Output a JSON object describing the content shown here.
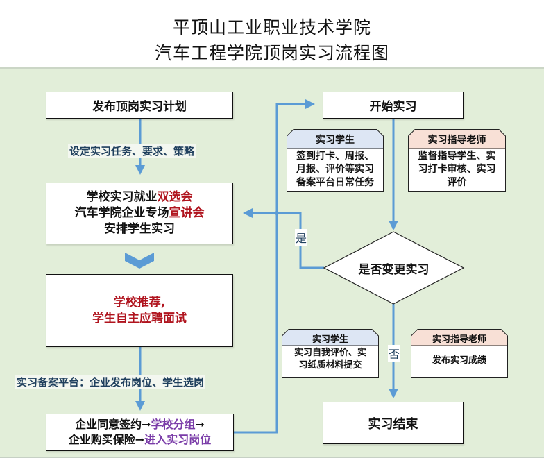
{
  "title": {
    "line1": "平顶山工业职业技术学院",
    "line2": "汽车工程学院顶岗实习流程图"
  },
  "left_column": {
    "step1": "发布顶岗实习计划",
    "label1": "设定实习任务、要求、策略",
    "step2": {
      "line1_plain": "学校实习就业",
      "line1_red": "双选会",
      "line2_plain": "汽车学院企业专场",
      "line2_red": "宣讲会",
      "line3": "安排学生实习"
    },
    "step3": {
      "line1": "学校推荐,",
      "line2": "学生自主应聘面试"
    },
    "label2": "实习备案平台：企业发布岗位、学生选岗",
    "step4": {
      "line1_plain": "企业同意签约➞",
      "line1_purple": "学校分组",
      "line1_arrow": "➞",
      "line2_plain": "企业购买保险➞",
      "line2_purple": "进入实习岗位"
    }
  },
  "right_column": {
    "start": "开始实习",
    "student_card_1": {
      "header": "实习学生",
      "body": [
        "签到打卡、周报、",
        "月报、评价等实习",
        "备案平台日常任务"
      ]
    },
    "teacher_card_1": {
      "header": "实习指导老师",
      "body": [
        "监督指导学生、实",
        "习打卡审核、实习",
        "评价"
      ]
    },
    "decision": "是否变更实习",
    "yes_label": "是",
    "no_label": "否",
    "student_card_2": {
      "header": "实习学生",
      "body": [
        "实习自我评价、实",
        "习纸质材料提交"
      ]
    },
    "teacher_card_2": {
      "header": "实习指导老师",
      "body": [
        "发布实习成绩"
      ]
    },
    "end": "实习结束"
  },
  "colors": {
    "background": "#e2eed9",
    "connector": "#5b9bd5",
    "highlight_red": "#b0141e",
    "highlight_purple": "#7a3ca8",
    "student_header": "#dde6f4",
    "teacher_header": "#f8e0d6"
  }
}
